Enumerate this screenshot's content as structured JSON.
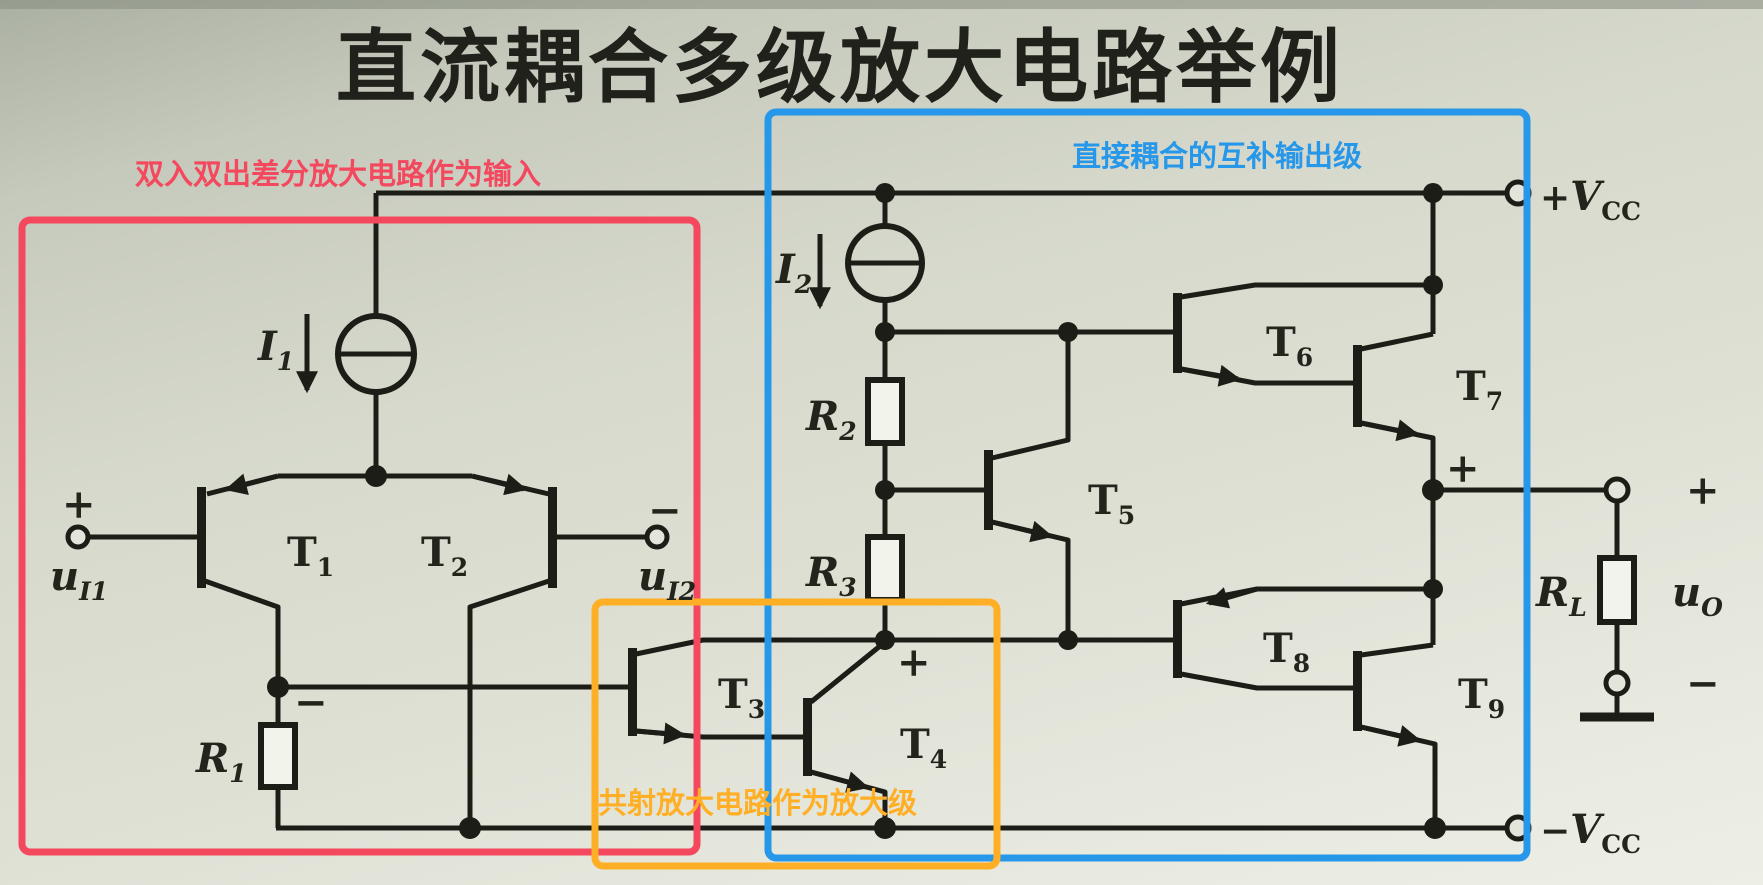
{
  "title": "直流耦合多级放大电路举例",
  "annotations": {
    "input": {
      "text": "双入双出差分放大电路作为输入",
      "color": "#f4485e"
    },
    "gain": {
      "text": "共射放大电路作为放大级",
      "color": "#ffaf26"
    },
    "output": {
      "text": "直接耦合的互补输出级",
      "color": "#2797ea"
    }
  },
  "labels": {
    "T1": {
      "main": "T",
      "sub": "1"
    },
    "T2": {
      "main": "T",
      "sub": "2"
    },
    "T3": {
      "main": "T",
      "sub": "3"
    },
    "T4": {
      "main": "T",
      "sub": "4"
    },
    "T5": {
      "main": "T",
      "sub": "5"
    },
    "T6": {
      "main": "T",
      "sub": "6"
    },
    "T7": {
      "main": "T",
      "sub": "7"
    },
    "T8": {
      "main": "T",
      "sub": "8"
    },
    "T9": {
      "main": "T",
      "sub": "9"
    },
    "R1": {
      "main": "R",
      "sub": "1"
    },
    "R2": {
      "main": "R",
      "sub": "2"
    },
    "R3": {
      "main": "R",
      "sub": "3"
    },
    "RL": {
      "main": "R",
      "sub": "L"
    },
    "I1": {
      "main": "I",
      "sub": "1"
    },
    "I2": {
      "main": "I",
      "sub": "2"
    },
    "uI1": {
      "main": "u",
      "sub": "I1"
    },
    "uI2": {
      "main": "u",
      "sub": "I2"
    },
    "uO": {
      "main": "u",
      "sub": "O"
    },
    "vccPos": {
      "sign": "+",
      "main": "V",
      "sub": "CC"
    },
    "vccNeg": {
      "sign": "−",
      "main": "V",
      "sub": "CC"
    }
  },
  "marks": {
    "plus": "+",
    "minus": "−"
  },
  "colors": {
    "line": "#1d1d17",
    "inputBox": "#f4485e",
    "gainBox": "#ffaf26",
    "outputBox": "#2797ea"
  }
}
